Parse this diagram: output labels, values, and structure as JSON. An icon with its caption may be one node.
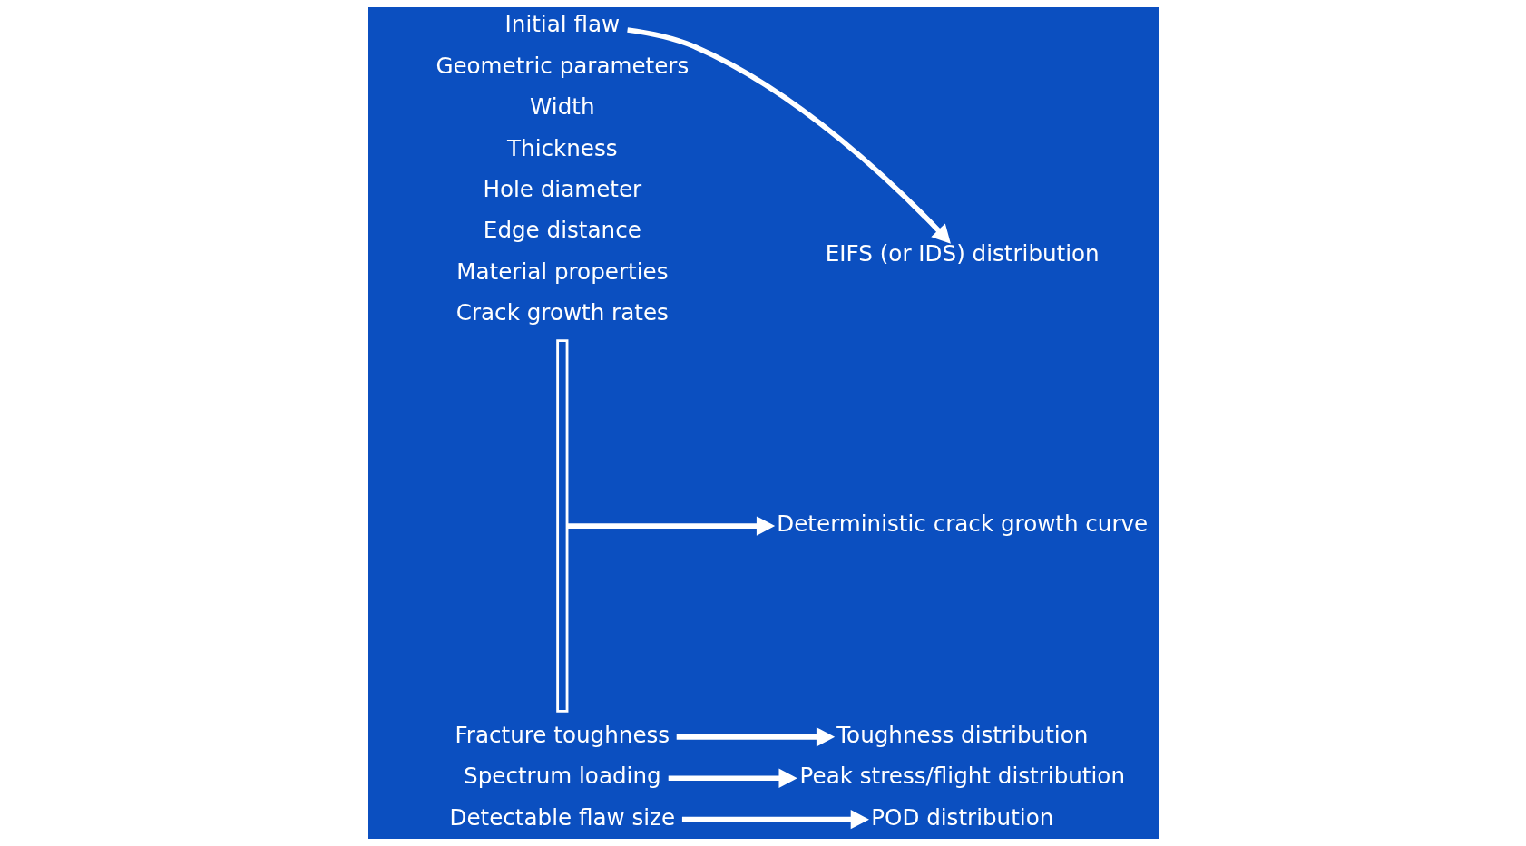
{
  "diagram": {
    "nodes": [
      {
        "text": [
          "Initial flaw"
        ]
      },
      {
        "text": [
          "EIFS (or IDS) distribution"
        ]
      },
      {
        "text": [
          "Geometric parameters"
        ]
      },
      {
        "text": [
          "Width"
        ]
      },
      {
        "text": [
          "Thickness"
        ]
      },
      {
        "text": [
          "Hole diameter"
        ]
      },
      {
        "text": [
          "Edge distance"
        ]
      },
      {
        "text": [
          "Material properties"
        ]
      },
      {
        "text": [
          "Crack growth rates"
        ]
      },
      {
        "text": [],
        "shape": "bracket"
      },
      {
        "text": [
          "Deterministic crack growth curve"
        ]
      },
      {
        "text": [
          "Fracture toughness"
        ]
      },
      {
        "text": [
          "Toughness distribution"
        ]
      },
      {
        "text": [
          "Spectrum loading"
        ]
      },
      {
        "text": [
          "Peak stress/flight distribution"
        ]
      },
      {
        "text": [
          "Detectable flaw size"
        ]
      },
      {
        "text": [
          "POD distribution"
        ]
      }
    ],
    "edges": [
      {
        "from": 0,
        "to": 1,
        "arrow": "to"
      },
      {
        "from": 9,
        "to": 10,
        "arrow": "to"
      },
      {
        "from": 11,
        "to": 12,
        "arrow": "to"
      },
      {
        "from": 13,
        "to": 14,
        "arrow": "to"
      },
      {
        "from": 15,
        "to": 16,
        "arrow": "to"
      }
    ]
  }
}
